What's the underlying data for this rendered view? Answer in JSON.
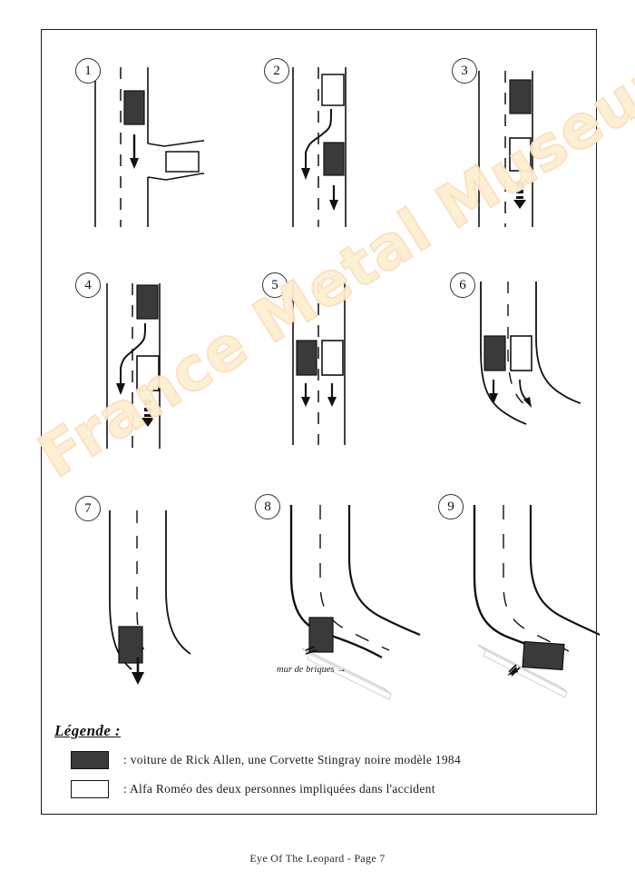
{
  "document": {
    "title": "Accident reconstruction diagram sequence",
    "footer": "Eye Of The Leopard - Page 7",
    "watermark": "France Metal Museum"
  },
  "panels": [
    {
      "number": "1",
      "name": "panel-1",
      "caption": ""
    },
    {
      "number": "2",
      "name": "panel-2",
      "caption": ""
    },
    {
      "number": "3",
      "name": "panel-3",
      "caption": ""
    },
    {
      "number": "4",
      "name": "panel-4",
      "caption": ""
    },
    {
      "number": "5",
      "name": "panel-5",
      "caption": ""
    },
    {
      "number": "6",
      "name": "panel-6",
      "caption": ""
    },
    {
      "number": "7",
      "name": "panel-7",
      "caption": ""
    },
    {
      "number": "8",
      "name": "panel-8",
      "caption": "mur de briques →"
    },
    {
      "number": "9",
      "name": "panel-9",
      "caption": ""
    }
  ],
  "legend": {
    "title": "Légende :",
    "items": [
      {
        "swatch": "dark",
        "text": ": voiture de Rick Allen, une Corvette Stingray noire modèle 1984"
      },
      {
        "swatch": "light",
        "text": ": Alfa Roméo des deux personnes impliquées dans l'accident"
      }
    ]
  },
  "colors": {
    "dark_car": "#3a3a3a",
    "light_car": "#ffffff",
    "road_line": "#111111",
    "watermark": "#fdf0d0",
    "border": "#1a1a1a"
  }
}
